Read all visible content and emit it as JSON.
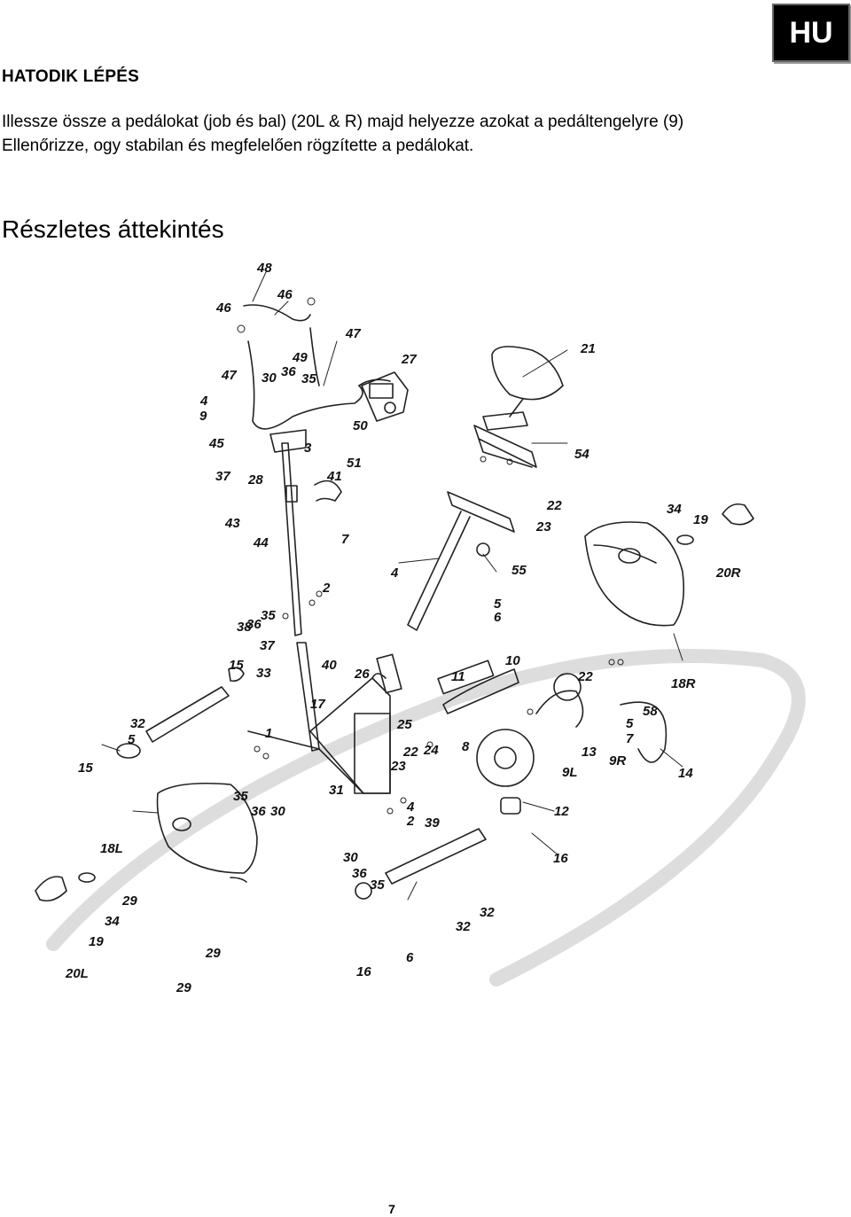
{
  "header": {
    "lang_badge": "HU"
  },
  "step": {
    "title": "HATODIK LÉPÉS",
    "lines": [
      "Illessze össze a pedálokat (job és bal) (20L & R) majd helyezze azokat a pedáltengelyre (9)",
      "Ellenőrizze, ogy stabilan és megfelelően rögzítette a pedálokat."
    ]
  },
  "overview": {
    "title": "Részletes áttekintés"
  },
  "diagram": {
    "callouts": [
      "48",
      "46",
      "46",
      "47",
      "47",
      "49",
      "27",
      "21",
      "30",
      "36",
      "35",
      "4",
      "9",
      "50",
      "45",
      "3",
      "54",
      "37",
      "28",
      "41",
      "51",
      "22",
      "23",
      "34",
      "19",
      "43",
      "7",
      "20R",
      "44",
      "4",
      "55",
      "2",
      "5",
      "6",
      "35",
      "36",
      "38",
      "37",
      "15",
      "33",
      "40",
      "26",
      "11",
      "10",
      "22",
      "18R",
      "32",
      "5",
      "17",
      "25",
      "8",
      "58",
      "1",
      "24",
      "22",
      "5",
      "7",
      "15",
      "23",
      "13",
      "9L",
      "9R",
      "14",
      "35",
      "31",
      "36",
      "30",
      "4",
      "12",
      "2",
      "39",
      "18L",
      "30",
      "16",
      "36",
      "35",
      "29",
      "34",
      "19",
      "32",
      "29",
      "32",
      "6",
      "20L",
      "16",
      "29"
    ]
  },
  "footer": {
    "page_number": "7"
  }
}
